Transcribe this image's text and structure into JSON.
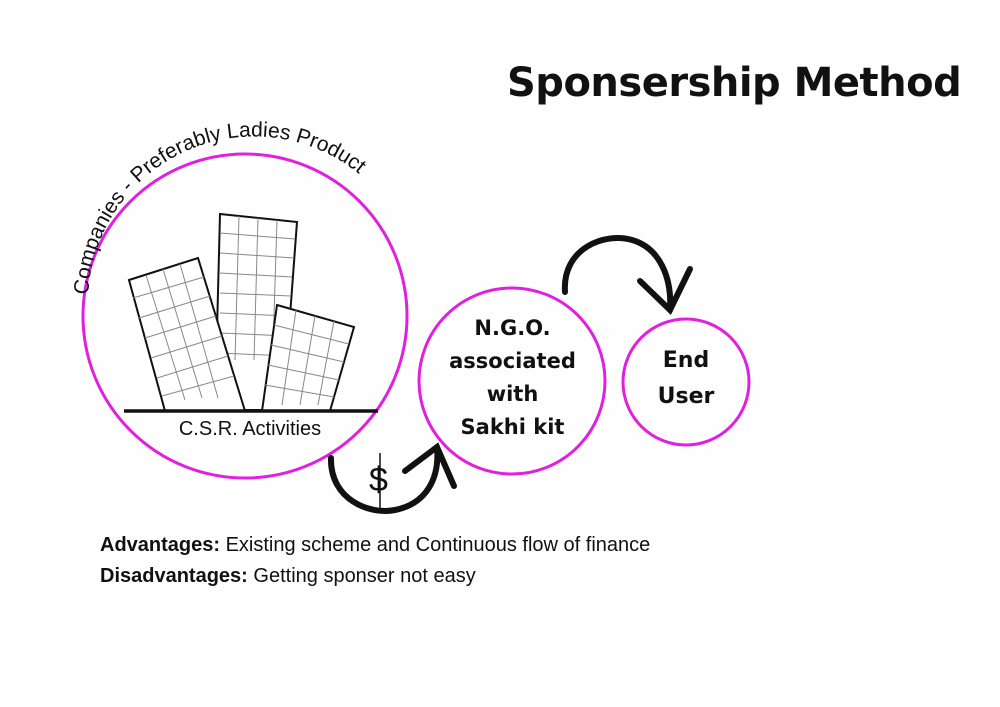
{
  "title": "Sponsership Method",
  "colors": {
    "circle_stroke": "#e020e0",
    "ink": "#111111",
    "grid": "#777777",
    "background": "#fefefe"
  },
  "company_circle": {
    "arc_label": "Companies - Preferably Ladies Product",
    "bottom_label": "C.S.R. Activities",
    "illustration": "buildings-icon"
  },
  "ngo_circle": {
    "lines": [
      "N.G.O.",
      "associated",
      "with",
      "Sakhi kit"
    ]
  },
  "end_user_circle": {
    "lines": [
      "End",
      "User"
    ]
  },
  "flows": [
    {
      "from": "company_circle",
      "to": "ngo_circle",
      "symbol": "$",
      "icon": "dollar-icon"
    },
    {
      "from": "ngo_circle",
      "to": "end_user_circle",
      "symbol": "",
      "icon": "curved-arrow-icon"
    }
  ],
  "notes": [
    {
      "label": "Advantages:",
      "text": " Existing scheme and Continuous flow of finance"
    },
    {
      "label": "Disadvantages:",
      "text": " Getting sponser not easy"
    }
  ]
}
